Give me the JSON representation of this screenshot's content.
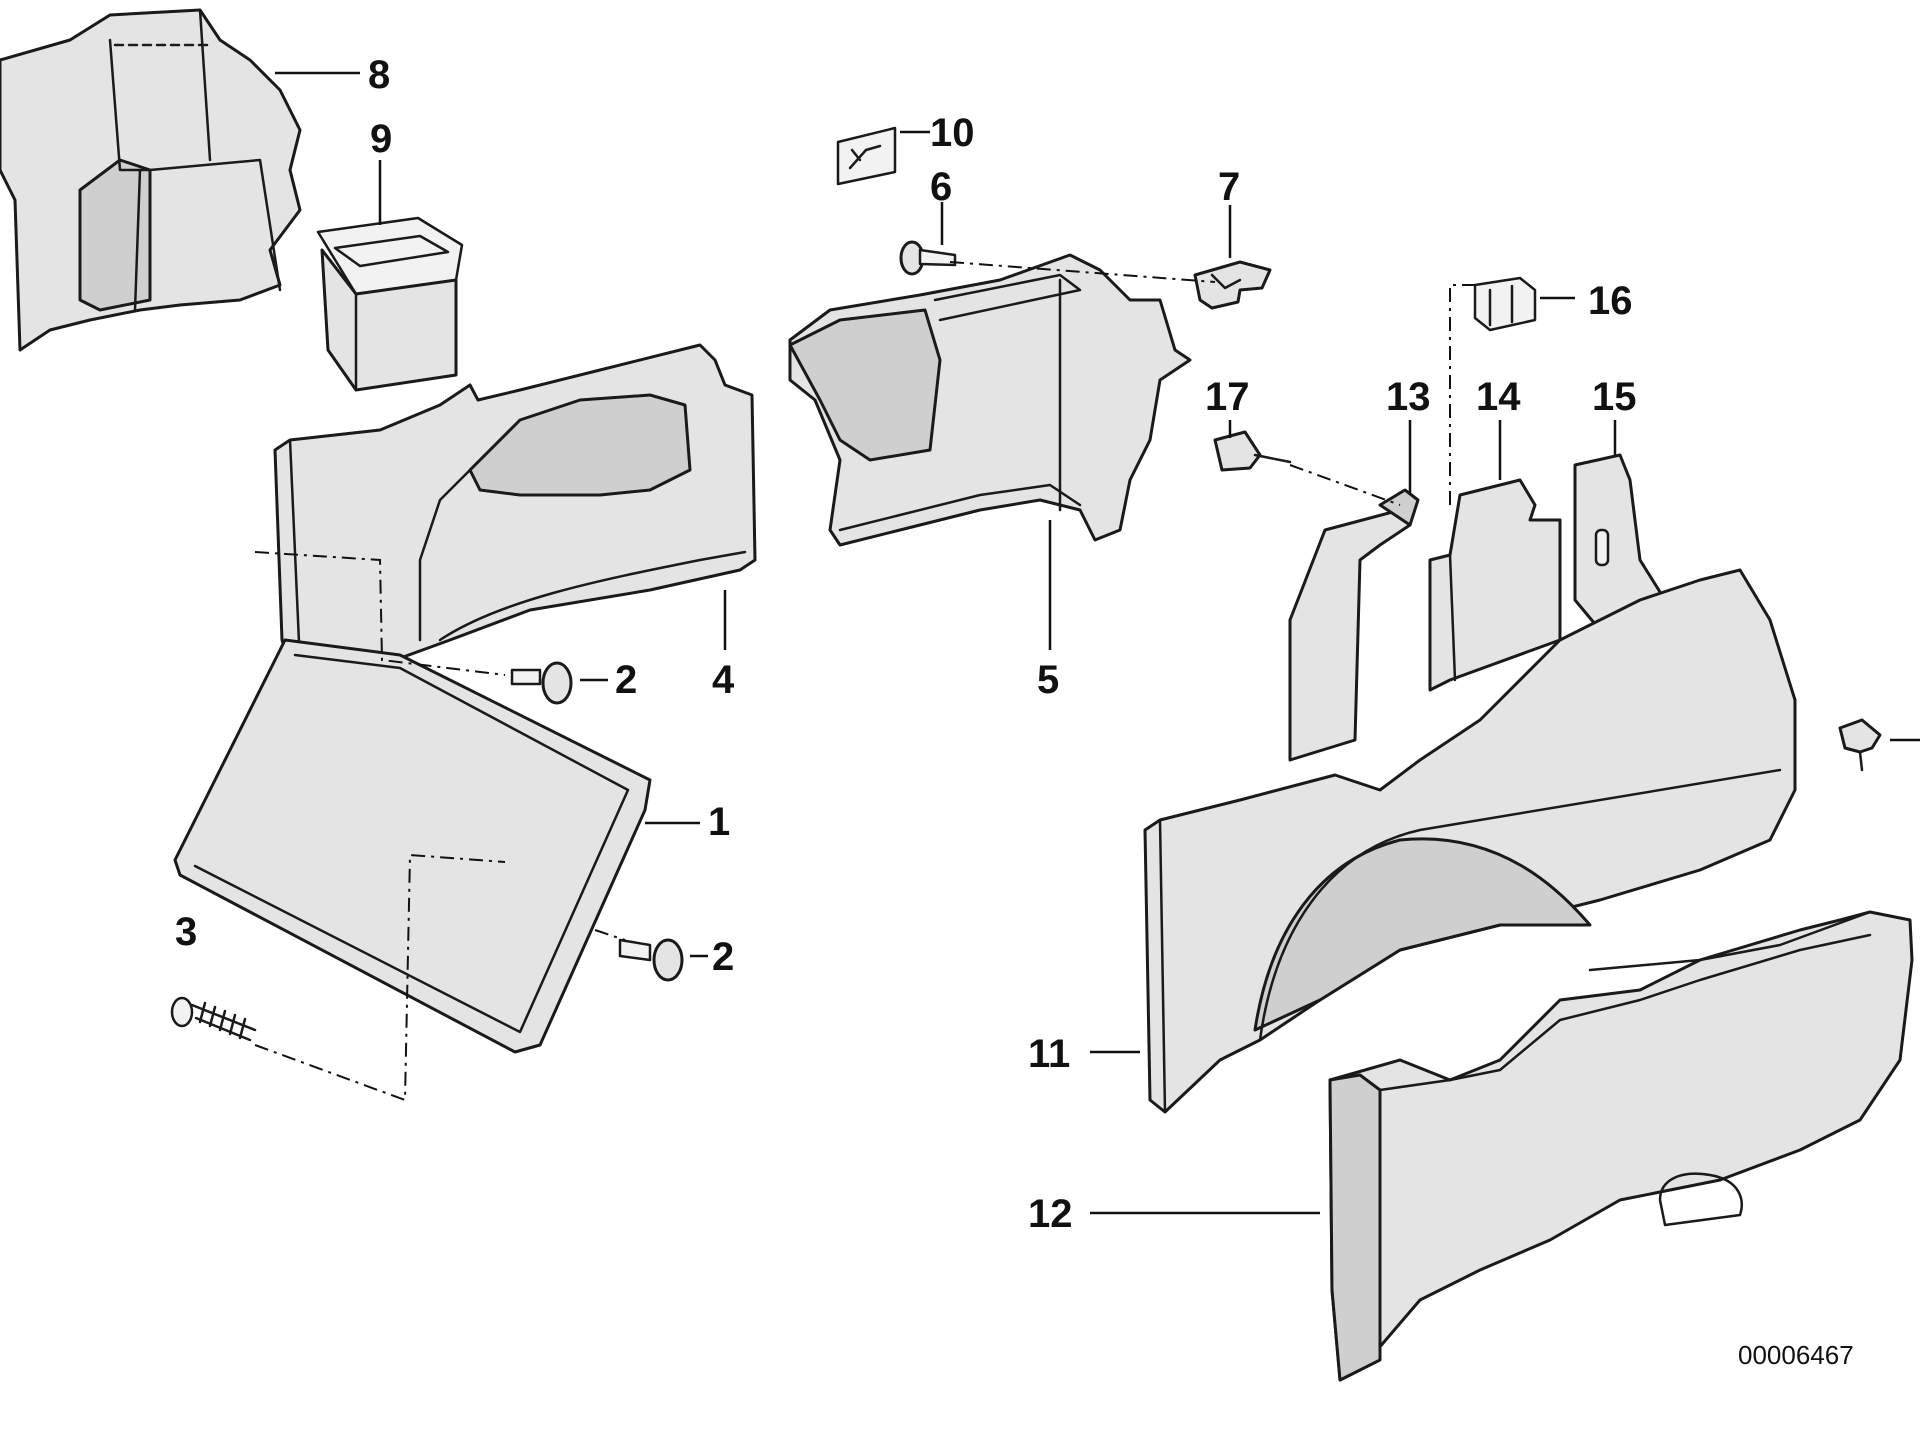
{
  "diagram": {
    "reference_number": "00006467",
    "callouts": {
      "c1": "1",
      "c2a": "2",
      "c2b": "2",
      "c3": "3",
      "c4": "4",
      "c5": "5",
      "c6": "6",
      "c7": "7",
      "c8": "8",
      "c9": "9",
      "c10": "10",
      "c11": "11",
      "c12": "12",
      "c13": "13",
      "c14": "14",
      "c15": "15",
      "c16": "16",
      "c17": "17"
    }
  }
}
